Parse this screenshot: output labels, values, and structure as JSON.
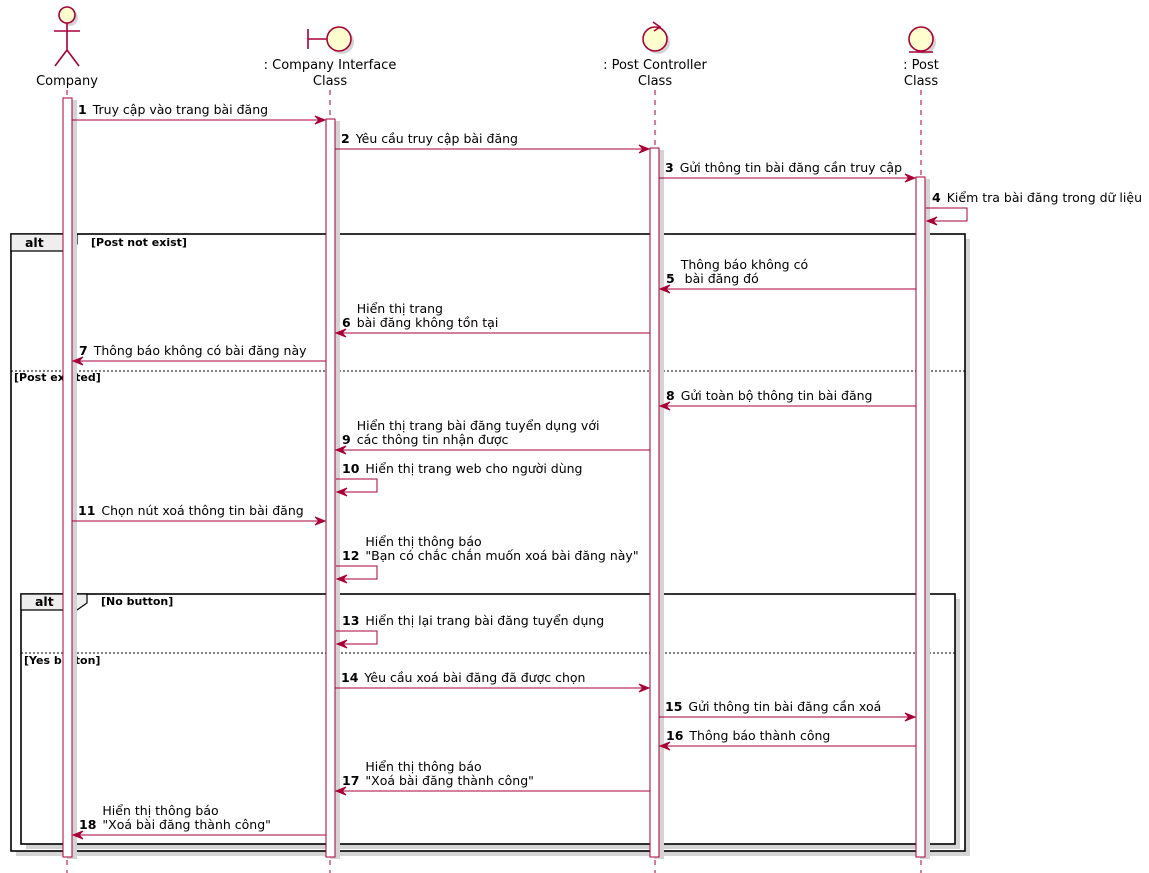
{
  "diagram_type": "UML sequence diagram",
  "colors": {
    "line": "#A80036",
    "fill": "#FEFECE",
    "shadow": "#d4d4d4",
    "frame": "#000000",
    "text": "#000000"
  },
  "participants": [
    {
      "id": "company",
      "icon": "actor-icon",
      "label": [
        "Company"
      ]
    },
    {
      "id": "ui",
      "icon": "boundary-icon",
      "label": [
        ": Company Interface",
        "Class"
      ]
    },
    {
      "id": "ctrl",
      "icon": "control-icon",
      "label": [
        ": Post Controller",
        "Class"
      ]
    },
    {
      "id": "post",
      "icon": "entity-icon",
      "label": [
        ": Post",
        "Class"
      ]
    }
  ],
  "messages": [
    {
      "num": "1",
      "from": "company",
      "to": "ui",
      "text": [
        "Truy cập vào trang bài đăng"
      ]
    },
    {
      "num": "2",
      "from": "ui",
      "to": "ctrl",
      "text": [
        "Yêu cầu truy cập bài đăng"
      ]
    },
    {
      "num": "3",
      "from": "ctrl",
      "to": "post",
      "text": [
        "Gửi thông tin bài đăng cần truy cập"
      ]
    },
    {
      "num": "4",
      "from": "post",
      "to": "post",
      "text": [
        "Kiểm tra bài đăng trong dữ liệu"
      ]
    },
    {
      "num": "5",
      "from": "post",
      "to": "ctrl",
      "text": [
        "Thông báo không có",
        " bài đăng đó"
      ]
    },
    {
      "num": "6",
      "from": "ctrl",
      "to": "ui",
      "text": [
        "Hiển thị trang",
        "bài đăng không tồn tại"
      ]
    },
    {
      "num": "7",
      "from": "ui",
      "to": "company",
      "text": [
        "Thông báo không có bài đăng này"
      ]
    },
    {
      "num": "8",
      "from": "post",
      "to": "ctrl",
      "text": [
        "Gửi toàn bộ thông tin bài đăng"
      ]
    },
    {
      "num": "9",
      "from": "ctrl",
      "to": "ui",
      "text": [
        "Hiển thị trang bài đăng tuyển dụng với",
        "các thông tin nhận được"
      ]
    },
    {
      "num": "10",
      "from": "ui",
      "to": "ui",
      "text": [
        "Hiển thị trang web cho người dùng"
      ]
    },
    {
      "num": "11",
      "from": "company",
      "to": "ui",
      "text": [
        "Chọn nút xoá thông tin bài đăng"
      ]
    },
    {
      "num": "12",
      "from": "ui",
      "to": "ui",
      "text": [
        "Hiển thị thông báo",
        "\"Bạn có chắc chắn muốn xoá bài đăng này\""
      ]
    },
    {
      "num": "13",
      "from": "ui",
      "to": "ui",
      "text": [
        "Hiển thị lại trang bài đăng tuyển dụng"
      ]
    },
    {
      "num": "14",
      "from": "ui",
      "to": "ctrl",
      "text": [
        "Yêu cầu xoá bài đăng đã được chọn"
      ]
    },
    {
      "num": "15",
      "from": "ctrl",
      "to": "post",
      "text": [
        "Gửi thông tin bài đăng cần xoá"
      ]
    },
    {
      "num": "16",
      "from": "post",
      "to": "ctrl",
      "text": [
        "Thông báo thành công"
      ]
    },
    {
      "num": "17",
      "from": "ctrl",
      "to": "ui",
      "text": [
        "Hiển thị thông báo",
        "\"Xoá bài đăng thành công\""
      ]
    },
    {
      "num": "18",
      "from": "ui",
      "to": "company",
      "text": [
        "Hiển thị thông báo",
        "\"Xoá bài đăng thành công\""
      ]
    }
  ],
  "fragments": [
    {
      "keyword": "alt",
      "guards": [
        "[Post not exist]",
        "[Post existed]"
      ],
      "first_message": "5",
      "split_before": "8",
      "last_message": "18"
    },
    {
      "keyword": "alt",
      "guards": [
        "[No button]",
        "[Yes button]"
      ],
      "first_message": "13",
      "split_before": "14",
      "last_message": "18"
    }
  ]
}
